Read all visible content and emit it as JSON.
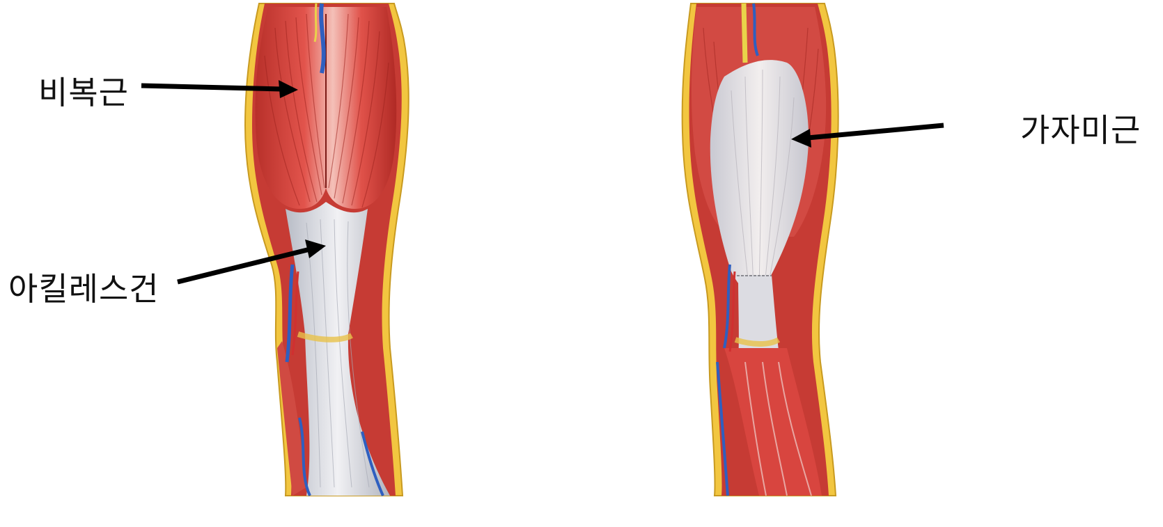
{
  "labels": {
    "gastrocnemius": "비복근",
    "achilles_tendon": "아킬레스건",
    "soleus": "가자미근"
  },
  "colors": {
    "muscle": "#d8453f",
    "muscle_dark": "#a8241f",
    "muscle_light": "#f0a8a0",
    "tendon": "#e6e6ea",
    "tendon_shade": "#b9bcc6",
    "fat": "#f2c640",
    "vein": "#2f5fc0",
    "nerve": "#e9d24a",
    "arrow": "#000000"
  },
  "figures": [
    {
      "view": "posterior-superficial"
    },
    {
      "view": "posterior-deep"
    }
  ]
}
